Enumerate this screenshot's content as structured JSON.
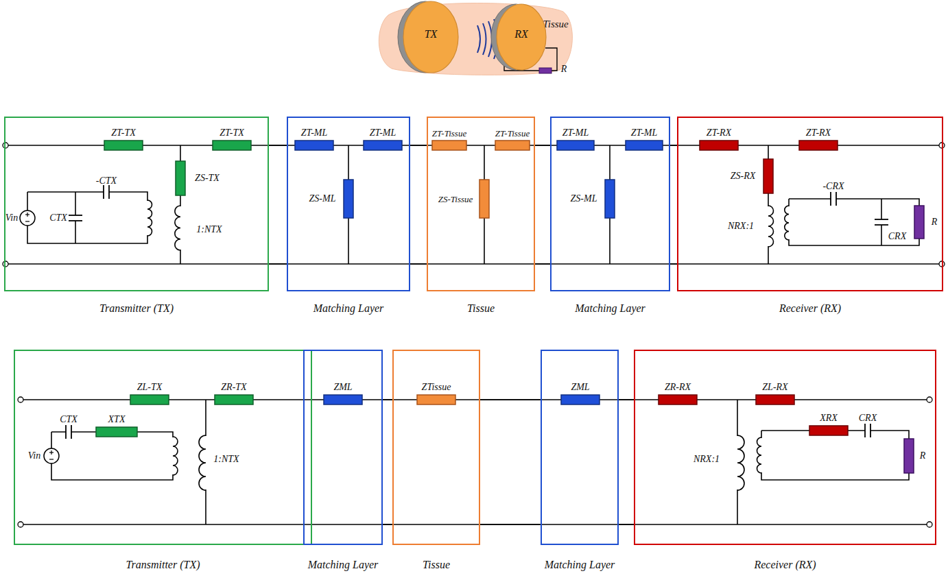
{
  "diagram": {
    "nodes": [
      {
        "text": [
          "Tissue"
        ]
      },
      {
        "text": [
          "TX"
        ],
        "in": 0
      },
      {
        "text": [
          "RX"
        ],
        "in": 0
      },
      {
        "text": [
          "Transmitter (TX)"
        ]
      },
      {
        "text": [
          "Matching Layer"
        ]
      },
      {
        "text": [
          "Tissue"
        ]
      },
      {
        "text": [
          "Matching Layer"
        ]
      },
      {
        "text": [
          "Receiver (RX)"
        ]
      },
      {
        "text": [
          "Transmitter (TX)"
        ]
      },
      {
        "text": [
          "Matching Layer"
        ]
      },
      {
        "text": [
          "Tissue"
        ]
      },
      {
        "text": [
          "Matching Layer"
        ]
      },
      {
        "text": [
          "Receiver (RX)"
        ]
      }
    ],
    "edges": [
      {
        "from": 3,
        "to": 4,
        "arrow": "none"
      },
      {
        "from": 3,
        "to": 4,
        "arrow": "none"
      },
      {
        "from": 4,
        "to": 5,
        "arrow": "none"
      },
      {
        "from": 4,
        "to": 5,
        "arrow": "none"
      },
      {
        "from": 5,
        "to": 6,
        "arrow": "none"
      },
      {
        "from": 5,
        "to": 6,
        "arrow": "none"
      },
      {
        "from": 6,
        "to": 7,
        "arrow": "none"
      },
      {
        "from": 6,
        "to": 7,
        "arrow": "none"
      },
      {
        "from": 9,
        "to": 10,
        "arrow": "none"
      },
      {
        "from": 9,
        "to": 10,
        "arrow": "none"
      },
      {
        "from": 10,
        "to": 11,
        "arrow": "none"
      },
      {
        "from": 10,
        "to": 11,
        "arrow": "none"
      },
      {
        "from": 11,
        "to": 12,
        "arrow": "none"
      },
      {
        "from": 11,
        "to": 12,
        "arrow": "none"
      }
    ],
    "labels": [
      "R",
      "ZT-TX",
      "ZT-TX",
      "ZS-TX",
      "-CTX",
      "CTX",
      "Vin",
      "1:NTX",
      "ZT-ML",
      "ZT-ML",
      "ZS-ML",
      "ZT-Tissue",
      "ZT-Tissue",
      "ZS-Tissue",
      "ZT-ML",
      "ZT-ML",
      "ZS-ML",
      "ZT-RX",
      "ZT-RX",
      "ZS-RX",
      "NRX:1",
      "-CRX",
      "CRX",
      "R",
      "ZL-TX",
      "ZR-TX",
      "CTX",
      "XTX",
      "Vin",
      "1:NTX",
      "ZML",
      "ZTissue",
      "ZML",
      "ZR-RX",
      "ZL-RX",
      "NRX:1",
      "XRX",
      "CRX",
      "R"
    ]
  }
}
